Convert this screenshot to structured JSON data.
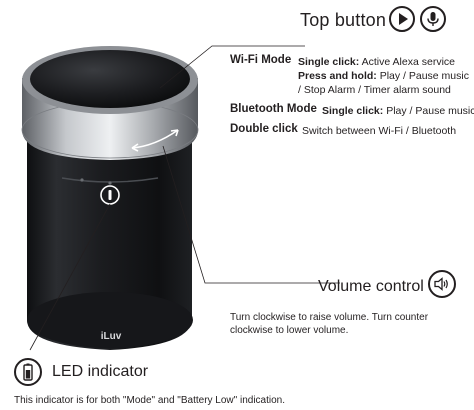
{
  "top_button": {
    "title": "Top button",
    "icons": [
      "play-icon",
      "microphone-icon"
    ]
  },
  "wifi_mode": {
    "label": "Wi-Fi Mode",
    "single_click_label": "Single click:",
    "single_click_text": "Active Alexa service",
    "press_hold_label": "Press and hold:",
    "press_hold_text": "Play / Pause music",
    "press_hold_text2": "/ Stop Alarm / Timer alarm sound"
  },
  "bluetooth_mode": {
    "label": "Bluetooth Mode",
    "single_click_label": "Single click:",
    "single_click_text": "Play / Pause music"
  },
  "double_click": {
    "label": "Double click",
    "text": "Switch between Wi-Fi / Bluetooth"
  },
  "volume_control": {
    "title": "Volume control",
    "icon": "speaker-icon",
    "description_line1": "Turn clockwise to raise volume. Turn counter",
    "description_line2": "clockwise to lower volume."
  },
  "led_indicator": {
    "title": "LED indicator",
    "icon": "battery-icon",
    "description": "This indicator is for both \"Mode\" and \"Battery Low\" indication."
  },
  "product": {
    "brand": "iLuv"
  }
}
